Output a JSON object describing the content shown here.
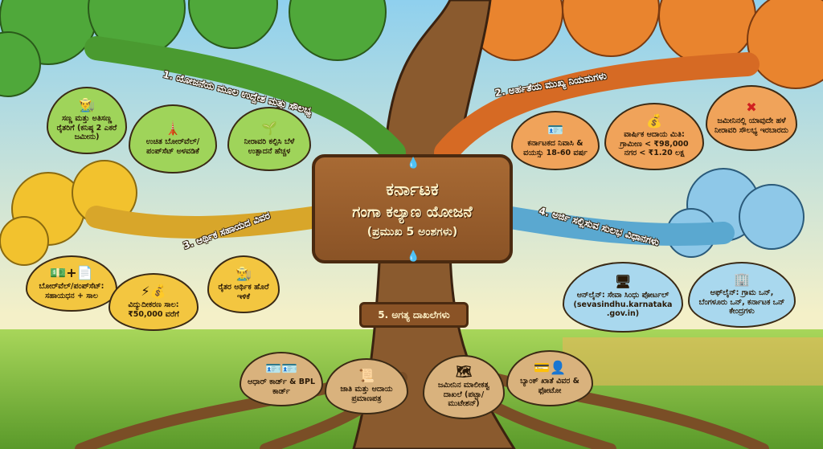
{
  "title": {
    "line1": "ಕರ್ನಾಟಕ",
    "line2": "ಗಂಗಾ ಕಲ್ಯಾಣ ಯೋಜನೆ",
    "line3": "(ಪ್ರಮುಖ 5 ಅಂಶಗಳು)"
  },
  "branches": [
    {
      "label": "1. ಯೋಜನೆಯ ಮೂಲ ಉದ್ದೇಶ ಮತ್ತು ಸೌಲಭ್ಯ",
      "color": "#5aa83a",
      "items": [
        {
          "icon": "farmer-icon",
          "glyph": "👨‍🌾",
          "text": "ಸಣ್ಣ ಮತ್ತು ಅತಿಸಣ್ಣ ರೈತರಿಗೆ (ಕನಿಷ್ಠ 2 ಎಕರೆ ಜಮೀನು)"
        },
        {
          "icon": "borewell-icon",
          "glyph": "🗼",
          "text": "ಉಚಿತ ಬೋರ್‌ವೆಲ್/ಪಂಪ್‌ಸೆಟ್ ಅಳವಡಿಕೆ"
        },
        {
          "icon": "crops-icon",
          "glyph": "🌱",
          "text": "ನೀರಾವರಿ ಕಲ್ಪಿಸಿ ಬೆಳೆ ಉತ್ಪಾದನೆ ಹೆಚ್ಚಳ"
        }
      ]
    },
    {
      "label": "2. ಅರ್ಹತೆಯ ಮುಖ್ಯ ನಿಯಮಗಳು",
      "color": "#d9702a",
      "items": [
        {
          "icon": "id-card-icon",
          "glyph": "🪪",
          "text": "ಕರ್ನಾಟಕದ ನಿವಾಸಿ & ವಯಸ್ಸು 18-60 ವರ್ಷ"
        },
        {
          "icon": "money-bags-icon",
          "glyph": "💰",
          "text": "ವಾರ್ಷಿಕ ಆದಾಯ ಮಿತಿ: ಗ್ರಾಮೀಣ < ₹98,000 ನಗರ < ₹1.20 ಲಕ್ಷ"
        },
        {
          "icon": "no-irrigation-icon",
          "glyph": "✖",
          "text": "ಜಮೀನಿನಲ್ಲಿ ಯಾವುದೇ ಹಳೆ ನೀರಾವರಿ ಸೌಲಭ್ಯ ಇರಬಾರದು"
        }
      ]
    },
    {
      "label": "3. ಆರ್ಥಿಕ ಸಹಾಯದ ವಿವರ",
      "color": "#d9a82a",
      "items": [
        {
          "icon": "cash-document-icon",
          "glyph": "💵+📄",
          "text": "ಬೋರ್‌ವೆಲ್/ಪಂಪ್‌ಸೆಟ್: ಸಹಾಯಧನ + ಸಾಲ"
        },
        {
          "icon": "power-tower-icon",
          "glyph": "⚡💰",
          "text": "ವಿದ್ಯುದೀಕರಣ ಸಾಲ: ₹50,000 ವರೆಗೆ"
        },
        {
          "icon": "farmer-icon",
          "glyph": "👨‍🌾",
          "text": "ರೈತರ ಆರ್ಥಿಕ ಹೊರೆ ಇಳಿಕೆ"
        }
      ]
    },
    {
      "label": "4. ಅರ್ಜಿ ಸಲ್ಲಿಸುವ ಸುಲಭ ವಿಧಾನಗಳು",
      "color": "#5aa8d0",
      "items": [
        {
          "icon": "computer-icon",
          "glyph": "🖥",
          "text": "ಆನ್‌ಲೈನ್: ಸೇವಾ ಸಿಂಧು ಪೋರ್ಟಲ್ (sevasindhu.karnataka.gov.in)"
        },
        {
          "icon": "office-building-icon",
          "glyph": "🏢",
          "text": "ಆಫ್‌ಲೈನ್: ಗ್ರಾಮ ಒನ್, ಬೆಂಗಳೂರು ಒನ್, ಕರ್ನಾಟಕ ಒನ್ ಕೇಂದ್ರಗಳು"
        }
      ]
    },
    {
      "label": "5. ಅಗತ್ಯ ದಾಖಲೆಗಳು",
      "color": "#8a5326",
      "items": [
        {
          "icon": "id-cards-icon",
          "glyph": "🪪🪪",
          "text": "ಆಧಾರ್ ಕಾರ್ಡ್ & BPL ಕಾರ್ಡ್"
        },
        {
          "icon": "certificate-icon",
          "glyph": "📜",
          "text": "ಜಾತಿ ಮತ್ತು ಆದಾಯ ಪ್ರಮಾಣಪತ್ರ"
        },
        {
          "icon": "map-icon",
          "glyph": "🗺",
          "text": "ಜಮೀನಿನ ಮಾಲೀಕತ್ವ ದಾಖಲೆ (ಪಟ್ಟಾ/ಮುಟೇಶನ್)"
        },
        {
          "icon": "bank-card-photo-icon",
          "glyph": "💳👤",
          "text": "ಬ್ಯಾಂಕ್ ಖಾತೆ ವಿವರ & ಫೋಟೋ"
        }
      ]
    }
  ]
}
